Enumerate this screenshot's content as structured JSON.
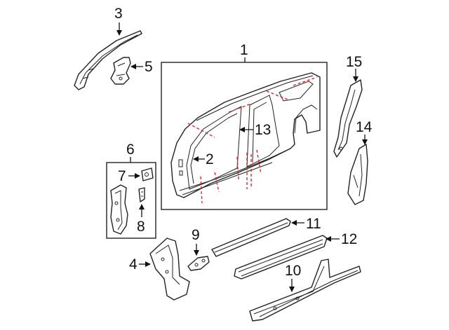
{
  "callouts": {
    "c1": "1",
    "c2": "2",
    "c3": "3",
    "c4": "4",
    "c5": "5",
    "c6": "6",
    "c7": "7",
    "c8": "8",
    "c9": "9",
    "c10": "10",
    "c11": "11",
    "c12": "12",
    "c13": "13",
    "c14": "14",
    "c15": "15"
  },
  "colors": {
    "lines": "#222222",
    "cut_lines": "#e3262c",
    "background": "#ffffff"
  }
}
